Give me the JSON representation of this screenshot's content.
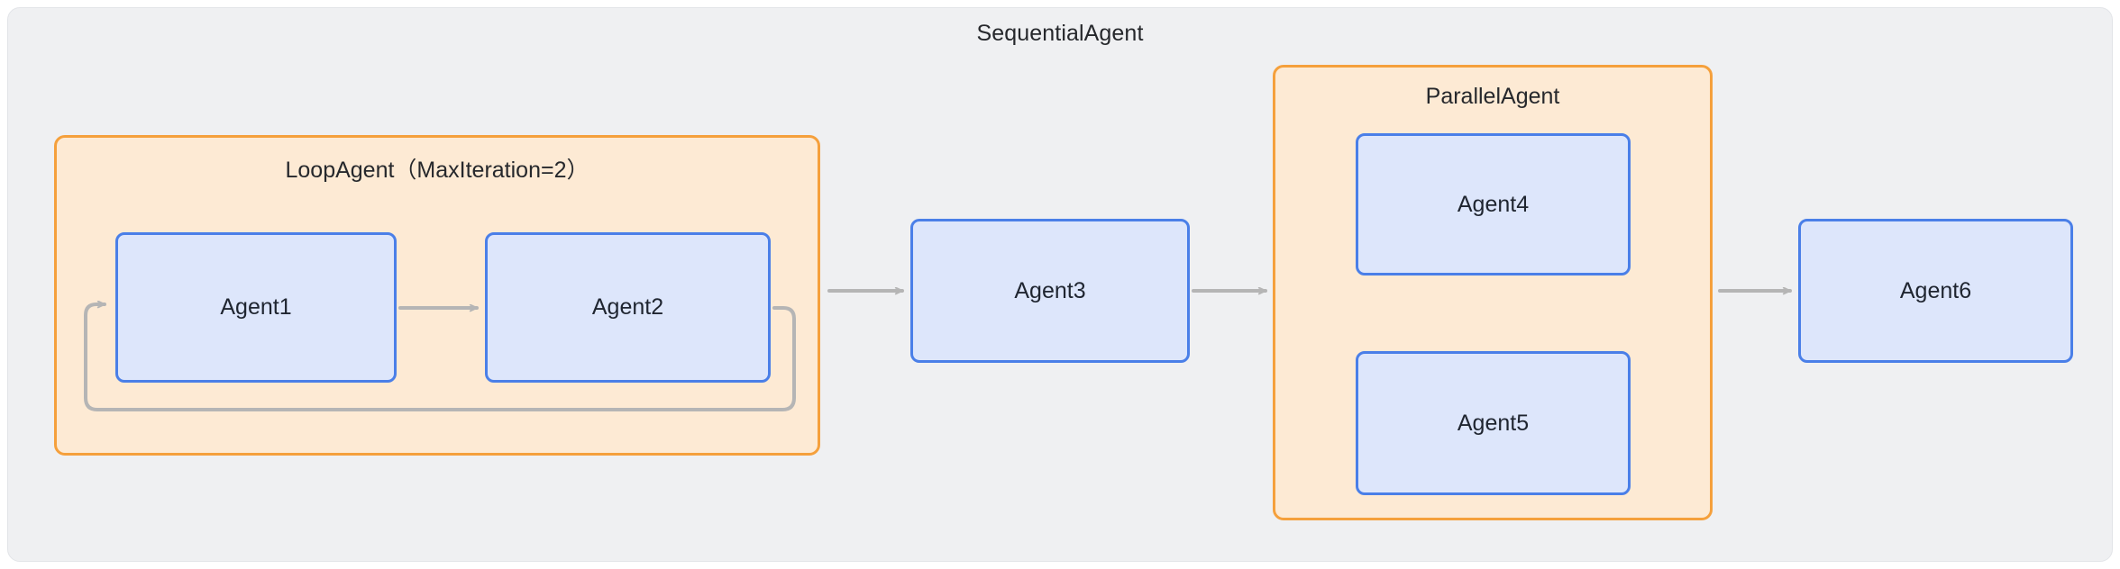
{
  "diagram": {
    "title": "SequentialAgent",
    "background_color": "#eff0f2",
    "group_border_color": "#f5a03c",
    "group_fill_color": "#fdead4",
    "agent_border_color": "#4a7fe8",
    "agent_fill_color": "#dde6fb",
    "arrow_color": "#b5b5b5",
    "groups": [
      {
        "id": "loop",
        "label": "LoopAgent（MaxIteration=2）"
      },
      {
        "id": "parallel",
        "label": "ParallelAgent"
      }
    ],
    "agents": [
      {
        "id": "agent1",
        "label": "Agent1"
      },
      {
        "id": "agent2",
        "label": "Agent2"
      },
      {
        "id": "agent3",
        "label": "Agent3"
      },
      {
        "id": "agent4",
        "label": "Agent4"
      },
      {
        "id": "agent5",
        "label": "Agent5"
      },
      {
        "id": "agent6",
        "label": "Agent6"
      }
    ],
    "connections": [
      {
        "id": "agent1-to-agent2",
        "from": "Agent1",
        "to": "Agent2",
        "style": "arrow"
      },
      {
        "id": "agent2-loopback-agent1",
        "from": "Agent2",
        "to": "Agent1",
        "style": "loop-back-arrow"
      },
      {
        "id": "loop-to-agent3",
        "from": "LoopAgent",
        "to": "Agent3",
        "style": "arrow"
      },
      {
        "id": "agent3-to-parallel",
        "from": "Agent3",
        "to": "ParallelAgent",
        "style": "arrow"
      },
      {
        "id": "parallel-to-agent6",
        "from": "ParallelAgent",
        "to": "Agent6",
        "style": "arrow"
      }
    ]
  }
}
